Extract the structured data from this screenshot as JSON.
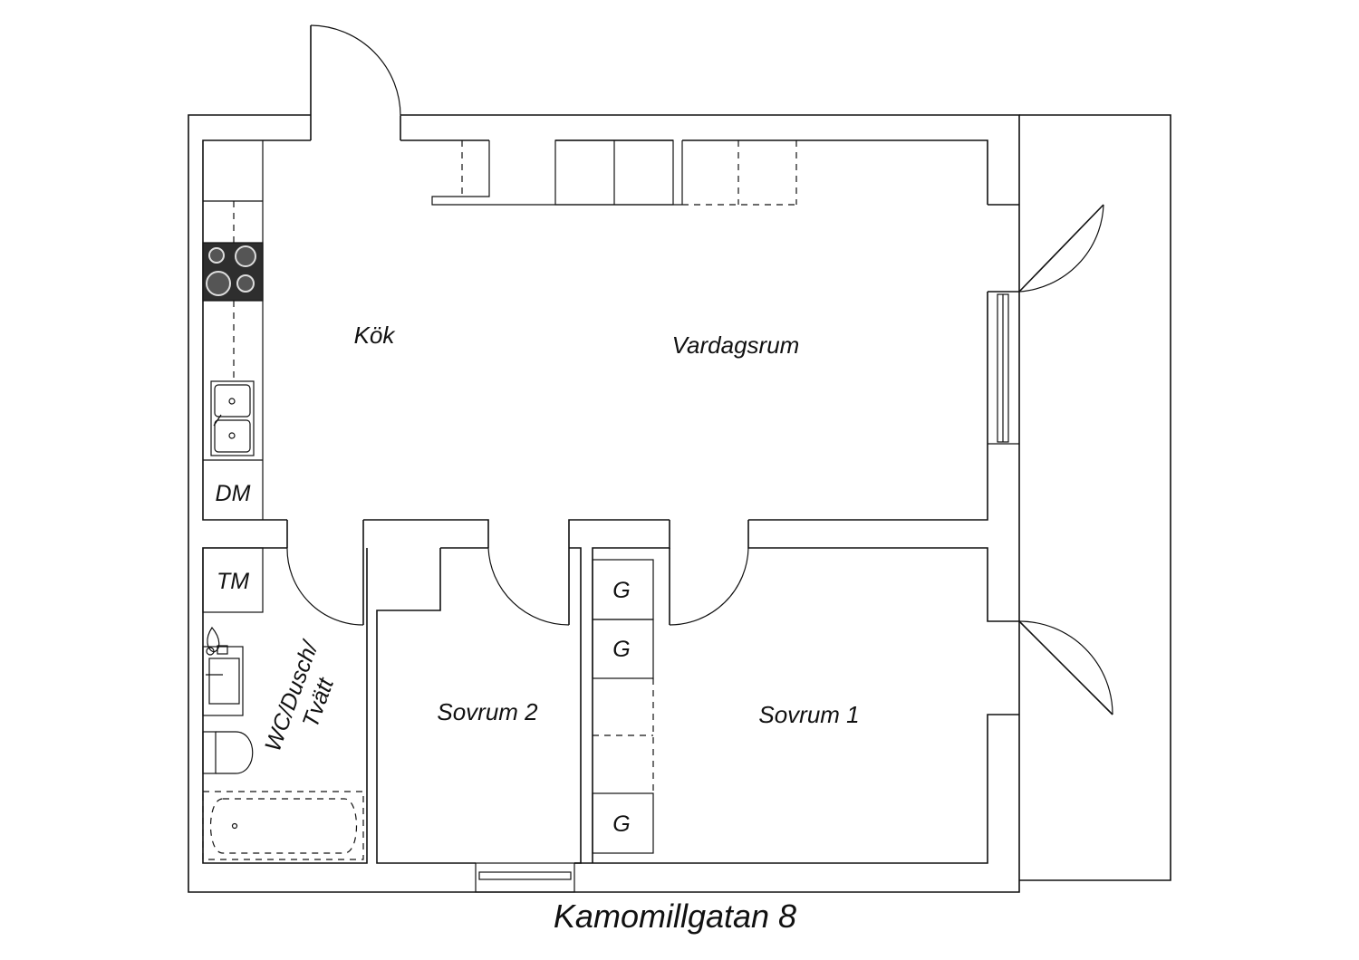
{
  "plan": {
    "title": "Kamomillgatan 8",
    "rooms": {
      "kok": "Kök",
      "vardagsrum": "Vardagsrum",
      "sovrum2": "Sovrum 2",
      "sovrum1": "Sovrum 1",
      "wc_line1": "WC/Dusch/",
      "wc_line2": "Tvätt"
    },
    "appliances": {
      "dm": "DM",
      "tm": "TM",
      "g1": "G",
      "g2": "G",
      "g3": "G"
    }
  }
}
